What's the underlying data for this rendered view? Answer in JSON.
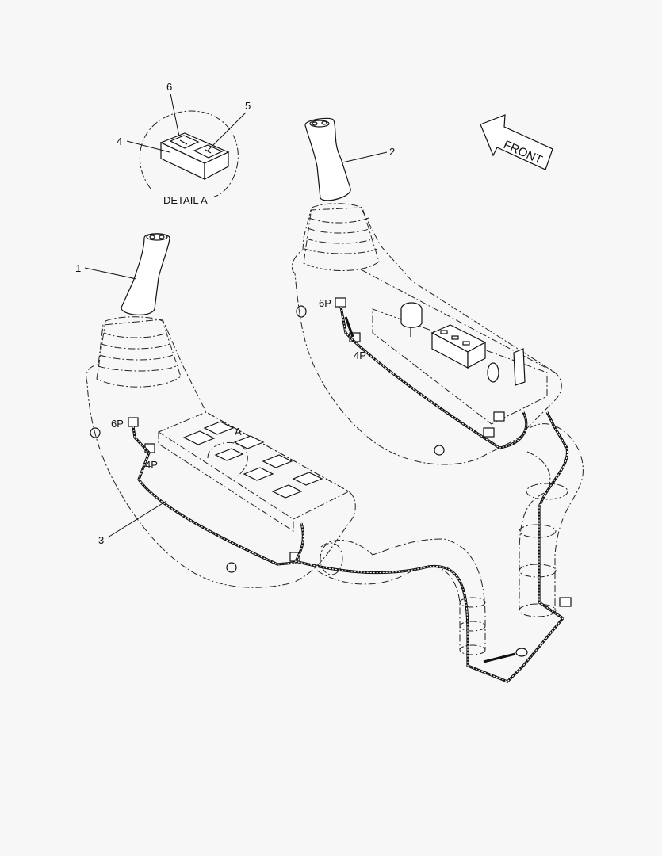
{
  "labels": {
    "callout_1": "1",
    "callout_2": "2",
    "callout_3": "3",
    "callout_4": "4",
    "callout_5": "5",
    "callout_6": "6",
    "detail": "DETAIL  A",
    "detail_marker": "A",
    "front": "FRONT",
    "connector_6p_left": "6P",
    "connector_4p_left": "4P",
    "connector_6p_right": "6P",
    "connector_4p_right": "4P"
  },
  "icons": [
    "front-arrow-icon",
    "joystick-handle-icon",
    "switch-icon",
    "key-switch-icon"
  ]
}
